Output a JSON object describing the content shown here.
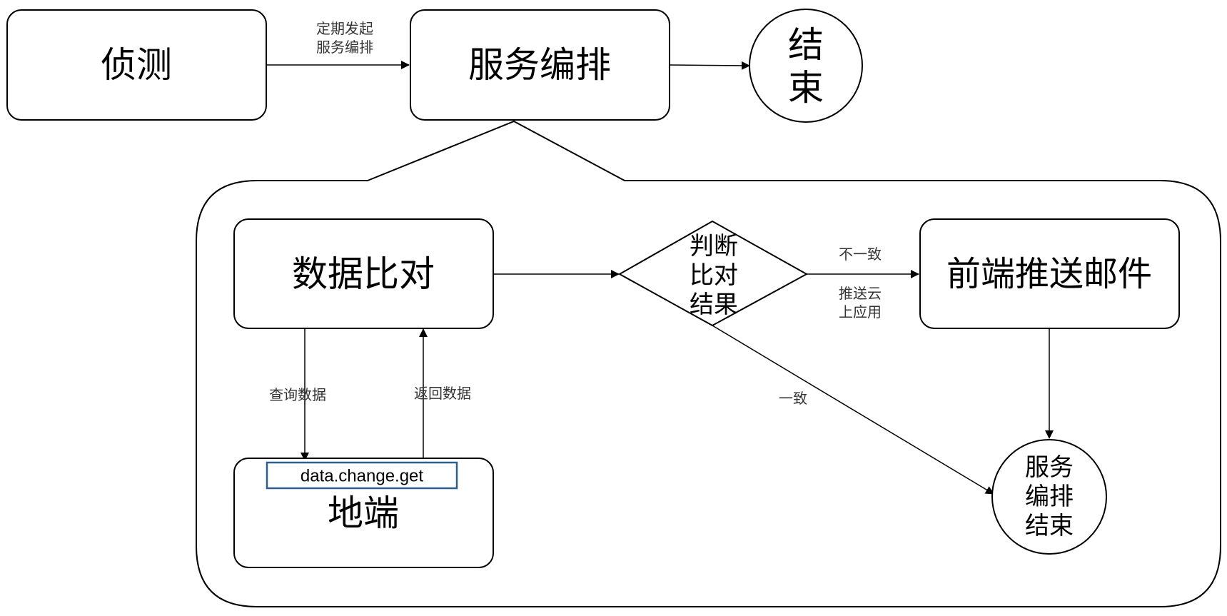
{
  "nodes": {
    "detect": "侦测",
    "orchestration": "服务编排",
    "end": [
      "结",
      "束"
    ],
    "compare": "数据比对",
    "decision": [
      "判断",
      "比对",
      "结果"
    ],
    "push_mail": "前端推送邮件",
    "orch_end": [
      "服务",
      "编排",
      "结束"
    ],
    "local": "地端",
    "api": "data.change.get"
  },
  "edges": {
    "detect_to_orch": [
      "定期发起",
      "服务编排"
    ],
    "query": "查询数据",
    "return": "返回数据",
    "inconsistent": "不一致",
    "push_cloud": [
      "推送云",
      "上应用"
    ],
    "consistent": "一致"
  },
  "colors": {
    "stroke": "#000000",
    "api_box": "#2e5f8a",
    "edge_label": "#333333"
  }
}
